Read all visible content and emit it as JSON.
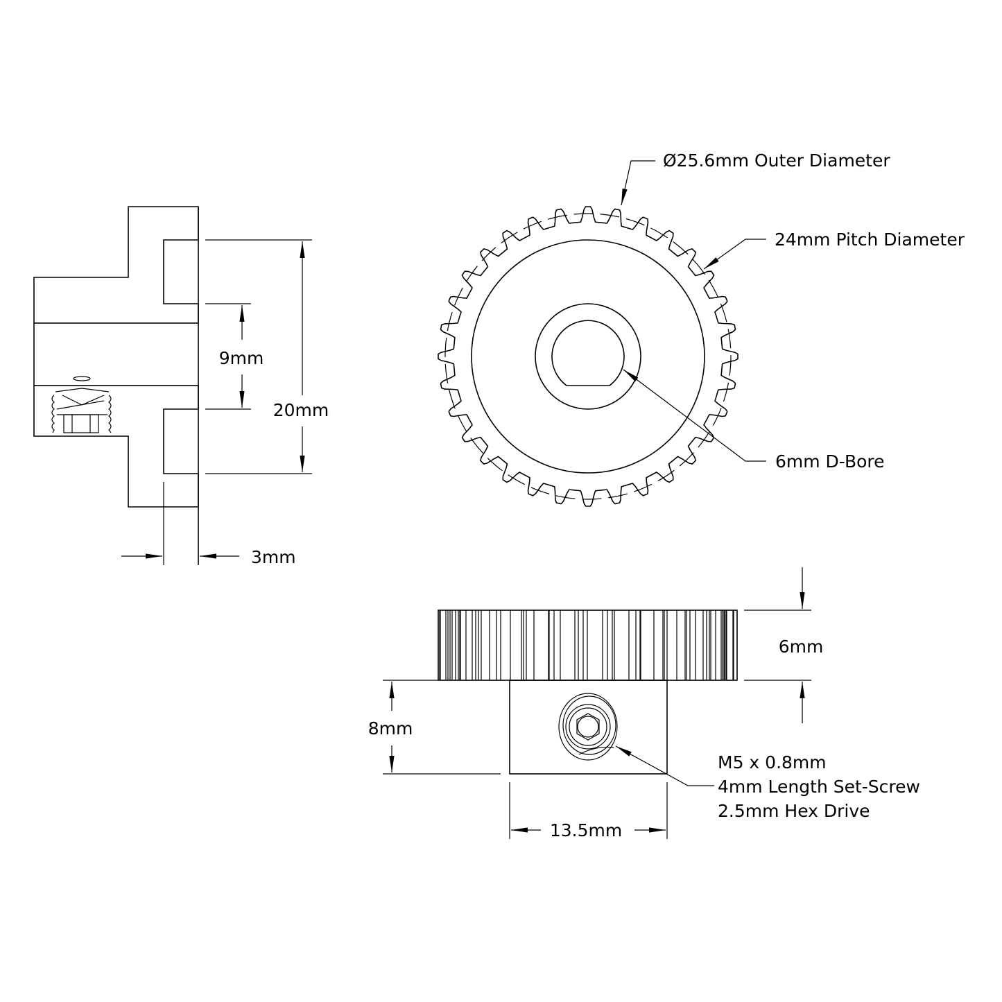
{
  "section_view": {
    "dim_9": "9mm",
    "dim_20": "20mm",
    "dim_3": "3mm"
  },
  "front_view": {
    "outer_diameter": "Ø25.6mm Outer Diameter",
    "pitch_diameter": "24mm Pitch Diameter",
    "bore": "6mm D-Bore",
    "tooth_count": 32
  },
  "side_view": {
    "dim_6": "6mm",
    "dim_8": "8mm",
    "dim_13_5": "13.5mm",
    "setscrew_lines": [
      "M5 x 0.8mm",
      "4mm Length Set-Screw",
      "2.5mm Hex Drive"
    ]
  },
  "colors": {
    "line": "#000000",
    "background": "#ffffff"
  }
}
